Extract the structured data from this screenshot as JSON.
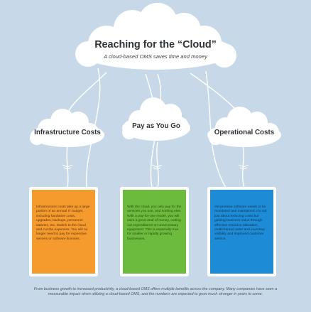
{
  "header": {
    "title": "Reaching for the “Cloud”",
    "subtitle": "A cloud-based OMS saves time and money"
  },
  "benefits": [
    {
      "label": "Infrastructure Costs",
      "color": "#f59b2e",
      "description": "Infrastructure costs take up a large portion of an annual IT budget, including hardware costs, upgrades, backups, personnel salaries, etc. Switch to the cloud and cut the expenses. You will no longer need to pay for expensive servers or software licenses."
    },
    {
      "label": "Pay as You Go",
      "color": "#6dbb3d",
      "description": "With the cloud, you only pay for the services you use, and nothing else. With a pay-for-use model, you will save a great deal of money, cutting out expenditures on unnecessary equipment. This is especially true for smaller or rapidly growing businesses."
    },
    {
      "label": "Operational Costs",
      "color": "#1d8bd6",
      "description": "On-premise software needs to be monitored and maintained. It’s not just about reducing costs but gaining business value through effective resource allocation, multichannel order and inventory visibility and improved customer service."
    }
  ],
  "footer": {
    "text": "From business growth to increased productivity, a cloud-based OMS offers multiple benefits across the company. Many companies have seen a measurable impact when utilizing a cloud-based OMS, and the numbers are expected to grow much stronger in years to come."
  }
}
